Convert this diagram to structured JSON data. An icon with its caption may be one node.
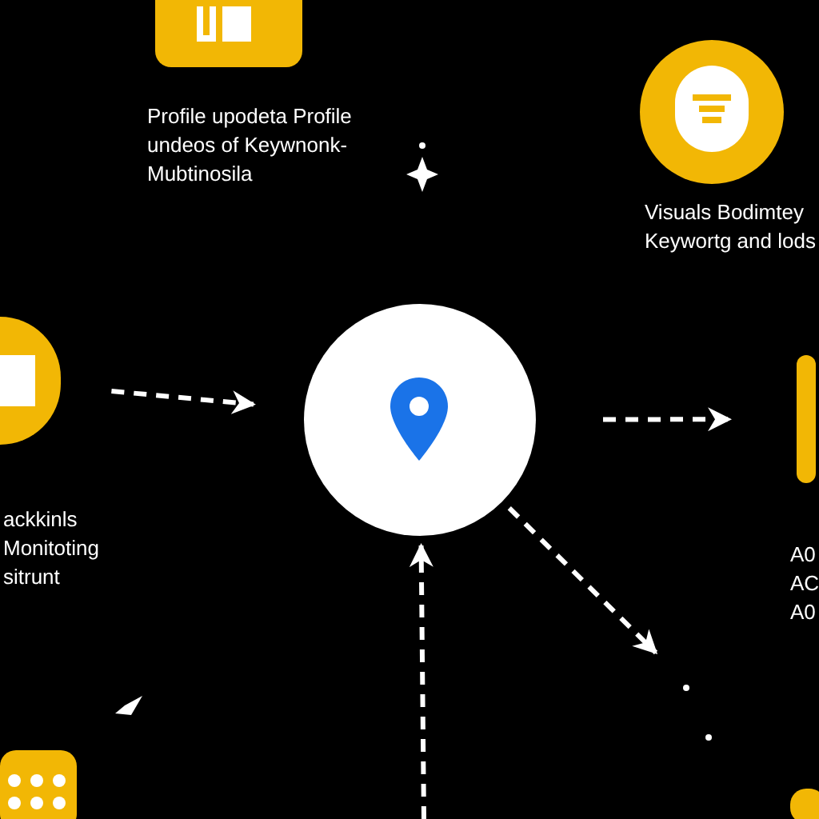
{
  "diagram": {
    "nodes": [
      {
        "text": [],
        "shape": "box"
      },
      {
        "text": [],
        "shape": "circle"
      },
      {
        "text": [],
        "shape": "circle"
      },
      {
        "text": [],
        "shape": "bar"
      },
      {
        "text": [],
        "shape": "box"
      },
      {
        "text": [],
        "shape": "box"
      },
      {
        "text": [],
        "shape": "circle"
      }
    ],
    "edges": [
      {
        "from": 2,
        "to": 6,
        "arrow": "to",
        "style": "dashed"
      },
      {
        "from": 6,
        "to": 3,
        "arrow": "to",
        "style": "dashed"
      },
      {
        "from": 6,
        "to": null,
        "arrow": "to",
        "style": "dashed"
      },
      {
        "from": null,
        "to": 6,
        "arrow": "to",
        "style": "dashed"
      }
    ],
    "labels": [
      "Profile upodeta Profile undeos of Keywnonk-Mubtinosila",
      "Visuals Bodimtey Keywortg and lods",
      "ackkinls Monitoting sitrunt",
      "A0 AC A0"
    ]
  }
}
